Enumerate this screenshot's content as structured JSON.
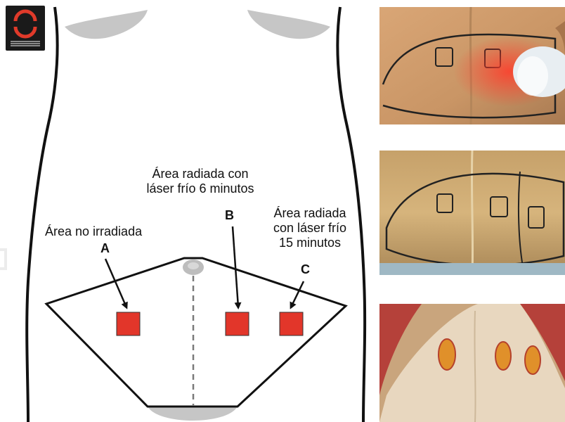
{
  "labels": {
    "area_no_irradiada": "Área no irradiada",
    "letter_a": "A",
    "area_6_line1": "Área radiada con",
    "area_6_line2": "láser frío 6 minutos",
    "letter_b": "B",
    "area_15_line1": "Área radiada",
    "area_15_line2": "con láser frío",
    "area_15_line3": "15 minutos",
    "letter_c": "C"
  },
  "colors": {
    "square_fill": "#e2362a",
    "outline": "#111111",
    "shadow": "#c9c9c9"
  },
  "photos": [
    {
      "name": "photo-laser-application"
    },
    {
      "name": "photo-marked-areas"
    },
    {
      "name": "photo-excised-tissue"
    }
  ],
  "logo": {
    "icon": "surgeon-logo-icon"
  }
}
